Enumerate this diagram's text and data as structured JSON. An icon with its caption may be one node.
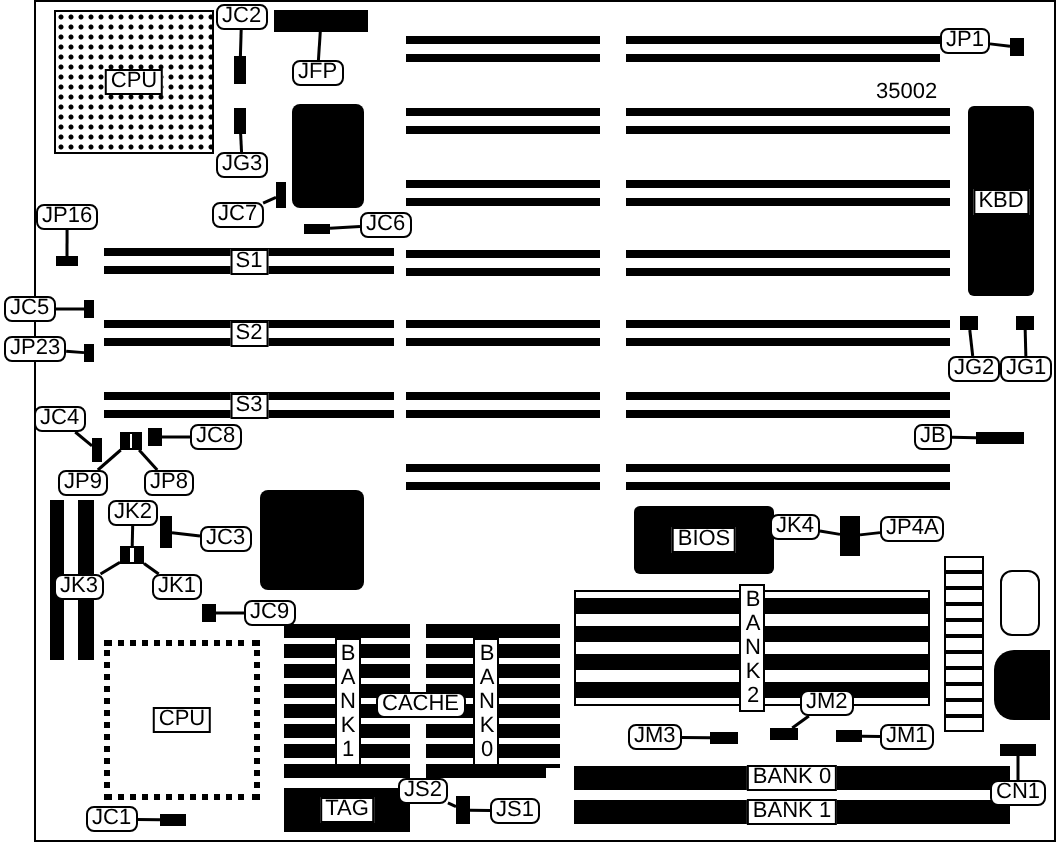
{
  "diagram": {
    "nodes": [
      {
        "text": [
          "CPU"
        ]
      },
      {
        "text": [
          "KBD"
        ]
      },
      {
        "text": [
          "S1"
        ]
      },
      {
        "text": [
          "S2"
        ]
      },
      {
        "text": [
          "S3"
        ]
      },
      {
        "text": [
          "BIOS"
        ]
      },
      {
        "text": [
          "CPU"
        ]
      },
      {
        "text": [
          "BANK1"
        ]
      },
      {
        "text": [
          "BANK0"
        ]
      },
      {
        "text": [
          "TAG"
        ]
      },
      {
        "text": [
          "BANK2"
        ]
      },
      {
        "text": [
          "BANK 0"
        ]
      },
      {
        "text": [
          "BANK 1"
        ]
      },
      {
        "text": [
          "JC2"
        ]
      },
      {
        "text": [],
        "shape": "bar"
      },
      {
        "text": [
          "JFP"
        ]
      },
      {
        "text": [],
        "shape": "bar"
      },
      {
        "text": [
          "JG3"
        ]
      },
      {
        "text": [],
        "shape": "bar"
      },
      {
        "text": [
          "JC7"
        ]
      },
      {
        "text": [],
        "shape": "bar"
      },
      {
        "text": [
          "JC6"
        ]
      },
      {
        "text": [],
        "shape": "bar"
      },
      {
        "text": [
          "JP16"
        ]
      },
      {
        "text": [],
        "shape": "bar"
      },
      {
        "text": [
          "JP1"
        ]
      },
      {
        "text": [],
        "shape": "bar"
      },
      {
        "text": [
          "JG2"
        ]
      },
      {
        "text": [],
        "shape": "bar"
      },
      {
        "text": [
          "JG1"
        ]
      },
      {
        "text": [],
        "shape": "bar"
      },
      {
        "text": [
          "JC5"
        ]
      },
      {
        "text": [],
        "shape": "bar"
      },
      {
        "text": [
          "JP23"
        ]
      },
      {
        "text": [],
        "shape": "bar"
      },
      {
        "text": [
          "JC8"
        ]
      },
      {
        "text": [],
        "shape": "bar"
      },
      {
        "text": [
          "JP9"
        ]
      },
      {
        "text": [
          "JP8"
        ]
      },
      {
        "text": [],
        "shape": "box"
      },
      {
        "text": [
          "JK2"
        ]
      },
      {
        "text": [
          "JK3"
        ]
      },
      {
        "text": [
          "JK1"
        ]
      },
      {
        "text": [],
        "shape": "box"
      },
      {
        "text": [
          "JC3"
        ]
      },
      {
        "text": [],
        "shape": "bar"
      },
      {
        "text": [
          "JC9"
        ]
      },
      {
        "text": [],
        "shape": "bar"
      },
      {
        "text": [
          "JC1"
        ]
      },
      {
        "text": [],
        "shape": "bar"
      },
      {
        "text": [
          "JS2"
        ]
      },
      {
        "text": [
          "JS1"
        ]
      },
      {
        "text": [],
        "shape": "bar"
      },
      {
        "text": [
          "JB"
        ]
      },
      {
        "text": [],
        "shape": "bar"
      },
      {
        "text": [
          "JK4"
        ]
      },
      {
        "text": [
          "JP4A"
        ]
      },
      {
        "text": [],
        "shape": "bar"
      },
      {
        "text": [
          "JM3"
        ]
      },
      {
        "text": [],
        "shape": "bar"
      },
      {
        "text": [
          "JM2"
        ]
      },
      {
        "text": [],
        "shape": "bar"
      },
      {
        "text": [
          "JM1"
        ]
      },
      {
        "text": [],
        "shape": "bar"
      },
      {
        "text": [
          "CN1"
        ]
      },
      {
        "text": [],
        "shape": "bar"
      },
      {
        "text": [
          "JC4"
        ]
      },
      {
        "text": [],
        "shape": "bar"
      }
    ],
    "edges": [
      {
        "from": 13,
        "to": 14,
        "arrow": "none"
      },
      {
        "from": 15,
        "to": 16,
        "arrow": "none"
      },
      {
        "from": 17,
        "to": 18,
        "arrow": "none"
      },
      {
        "from": 19,
        "to": 20,
        "arrow": "none"
      },
      {
        "from": 21,
        "to": 22,
        "arrow": "none"
      },
      {
        "from": 23,
        "to": 24,
        "arrow": "none"
      },
      {
        "from": 25,
        "to": 26,
        "arrow": "none"
      },
      {
        "from": 27,
        "to": 28,
        "arrow": "none"
      },
      {
        "from": 29,
        "to": 30,
        "arrow": "none"
      },
      {
        "from": 31,
        "to": 32,
        "arrow": "none"
      },
      {
        "from": 33,
        "to": 34,
        "arrow": "none"
      },
      {
        "from": 35,
        "to": 36,
        "arrow": "none"
      },
      {
        "from": 37,
        "to": 39,
        "arrow": "none"
      },
      {
        "from": 38,
        "to": 39,
        "arrow": "none"
      },
      {
        "from": 40,
        "to": 43,
        "arrow": "none"
      },
      {
        "from": 41,
        "to": 43,
        "arrow": "none"
      },
      {
        "from": 42,
        "to": 43,
        "arrow": "none"
      },
      {
        "from": 44,
        "to": 45,
        "arrow": "none"
      },
      {
        "from": 46,
        "to": 47,
        "arrow": "none"
      },
      {
        "from": 48,
        "to": 49,
        "arrow": "none"
      },
      {
        "from": 50,
        "to": 52,
        "arrow": "none"
      },
      {
        "from": 51,
        "to": 52,
        "arrow": "none"
      },
      {
        "from": 53,
        "to": 54,
        "arrow": "none"
      },
      {
        "from": 55,
        "to": 57,
        "arrow": "none"
      },
      {
        "from": 56,
        "to": 57,
        "arrow": "none"
      },
      {
        "from": 58,
        "to": 59,
        "arrow": "none"
      },
      {
        "from": 60,
        "to": 61,
        "arrow": "none"
      },
      {
        "from": 62,
        "to": 63,
        "arrow": "none"
      },
      {
        "from": 64,
        "to": 65,
        "arrow": "none"
      },
      {
        "from": 66,
        "to": 67,
        "arrow": "none"
      }
    ],
    "labels": [
      "35002",
      "CACHE"
    ]
  }
}
